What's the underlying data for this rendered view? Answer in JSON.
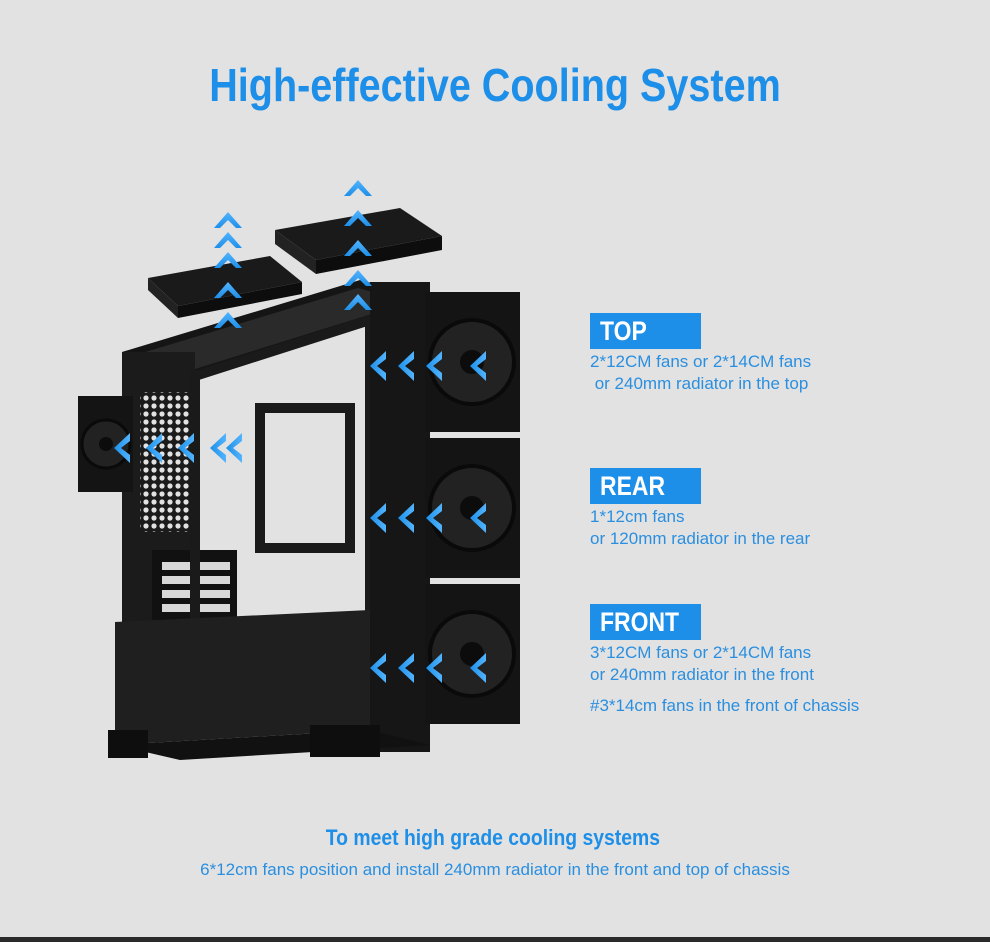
{
  "title": "High-effective Cooling System",
  "sections": [
    {
      "label": "TOP",
      "lines": [
        "2*12CM fans or 2*14CM fans",
        " or 240mm radiator in the top"
      ]
    },
    {
      "label": "REAR",
      "lines": [
        "1*12cm fans",
        "or 120mm radiator in the rear"
      ]
    },
    {
      "label": "FRONT",
      "lines": [
        "3*12CM fans or 2*14CM fans",
        "or 240mm radiator in the front"
      ],
      "extra": "#3*14cm fans in the front of chassis"
    }
  ],
  "subtitle": "To meet high grade cooling systems",
  "caption": "6*12cm fans position and install 240mm radiator in the front and top of chassis",
  "colors": {
    "accent": "#1e8fe8",
    "background": "#e2e2e2",
    "case": "#1a1a1a"
  }
}
